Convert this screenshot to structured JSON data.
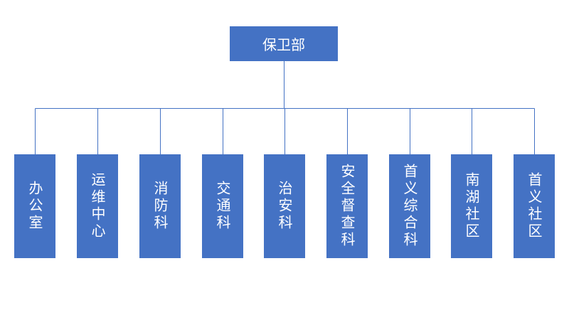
{
  "org_chart": {
    "root": {
      "label": "保卫部"
    },
    "children": [
      {
        "label": "办公室"
      },
      {
        "label": "运维中心"
      },
      {
        "label": "消防科"
      },
      {
        "label": "交通科"
      },
      {
        "label": "治安科"
      },
      {
        "label": "安全督查科"
      },
      {
        "label": "首义综合科"
      },
      {
        "label": "南湖社区"
      },
      {
        "label": "首义社区"
      }
    ]
  },
  "colors": {
    "box_fill": "#4472C4",
    "box_text": "#ffffff",
    "connector": "#4472C4"
  }
}
